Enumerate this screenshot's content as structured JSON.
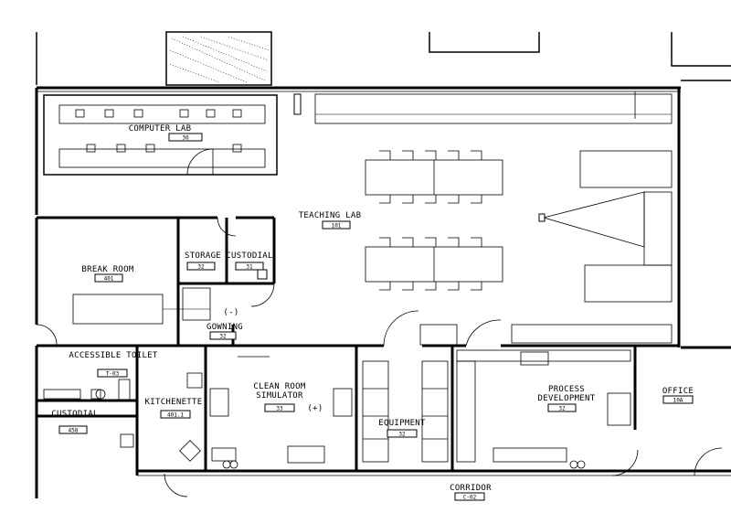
{
  "rooms": {
    "computer_lab": {
      "name": "COMPUTER LAB",
      "number": "30"
    },
    "teaching_lab": {
      "name": "TEACHING LAB",
      "number": "101"
    },
    "break_room": {
      "name": "BREAK ROOM",
      "number": "401"
    },
    "storage": {
      "name": "STORAGE",
      "number": "32"
    },
    "custodial_upper": {
      "name": "CUSTODIAL",
      "number": "31"
    },
    "gowning": {
      "name": "GOWNING",
      "number": "32",
      "pressure": "(-)"
    },
    "accessible_toilet": {
      "name": "ACCESSIBLE TOILET",
      "number": "T-03"
    },
    "custodial_lower": {
      "name": "CUSTODIAL",
      "number": "458"
    },
    "kitchenette": {
      "name": "KITCHENETTE",
      "number": "401.1"
    },
    "clean_room": {
      "name": "CLEAN ROOM SIMULATOR",
      "number": "33",
      "pressure": "(+)"
    },
    "equipment": {
      "name": "EQUIPMENT",
      "number": "32"
    },
    "process_development": {
      "name": "PROCESS DEVELOPMENT",
      "number": "32"
    },
    "office": {
      "name": "OFFICE",
      "number": "10A"
    },
    "corridor": {
      "name": "CORRIDOR",
      "number": "C-02"
    }
  }
}
